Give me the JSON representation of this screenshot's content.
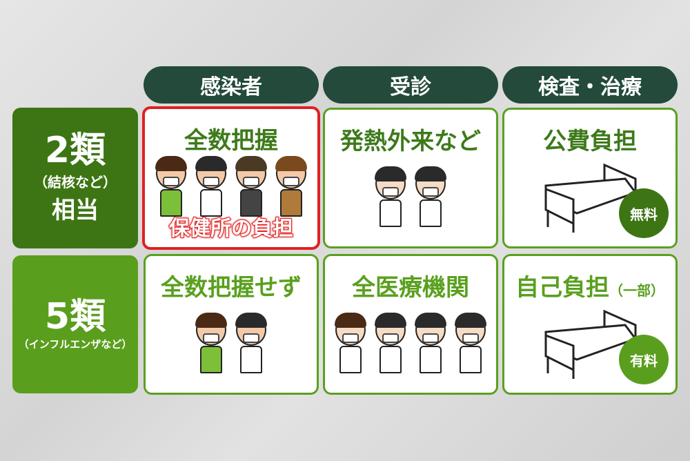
{
  "headers": [
    "感染者",
    "受診",
    "検査・治療"
  ],
  "rows": [
    {
      "class_main": "2類",
      "class_note": "（結核など）",
      "class_sub": "相当",
      "color": "#3d7515",
      "infected": "全数把握",
      "infected_note": "保健所の負担",
      "visit": "発熱外来など",
      "treatment": "公費負担",
      "fee_badge": "無料"
    },
    {
      "class_main": "5類",
      "class_note": "（インフルエンザなど）",
      "color": "#5a9e1e",
      "infected": "全数把握せず",
      "visit": "全医療機関",
      "treatment": "自己負担",
      "treatment_note": "（一部）",
      "fee_badge": "有料"
    }
  ],
  "colors": {
    "header": "#234a3a",
    "row1_text": "#3d7a1a",
    "row2_text": "#5aa01f",
    "highlight": "#e02020"
  }
}
